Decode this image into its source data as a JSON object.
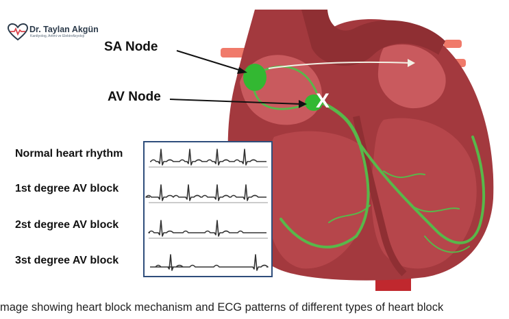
{
  "logo": {
    "name": "Dr. Taylan Akgün",
    "subtitle": "Kardiyolog, Aritmi ve Elektrofizyoloji"
  },
  "callouts": {
    "sa_node": "SA Node",
    "av_node": "AV Node"
  },
  "ecg": {
    "rows": [
      {
        "label": "Normal heart rhythm",
        "pattern": "normal"
      },
      {
        "label": "1st degree AV block",
        "pattern": "first_degree"
      },
      {
        "label": "2st degree AV block",
        "pattern": "second_degree"
      },
      {
        "label": "3st degree AV block",
        "pattern": "third_degree"
      }
    ]
  },
  "block_marker": "X",
  "caption": "mage showing heart block mechanism and ECG patterns of different types of heart block",
  "colors": {
    "heart_dark": "#8f2f33",
    "heart_mid": "#b6464b",
    "heart_light": "#c95a5e",
    "vessel": "#f07a6a",
    "node": "#33b832",
    "conduction": "#58b84a",
    "box_border": "#2e4d7b",
    "trace": "#333333"
  }
}
